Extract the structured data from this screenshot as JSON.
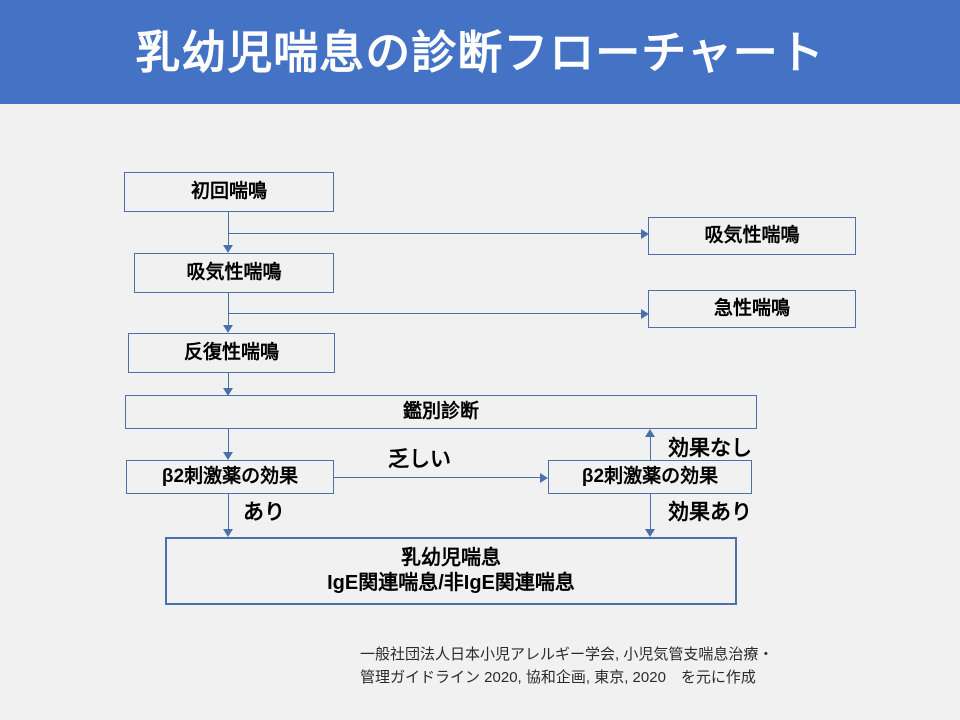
{
  "header": {
    "title": "乳幼児喘息の診断フローチャート",
    "background_color": "#4472c4",
    "text_color": "#ffffff"
  },
  "theme": {
    "page_background": "#f1f1f1",
    "node_border_color": "#4a72a8",
    "connector_color": "#4a72a8",
    "text_color": "#000000"
  },
  "flowchart": {
    "nodes": {
      "first_wheeze": "初回喘鳴",
      "inspiratory_left": "吸気性喘鳴",
      "recurrent_wheeze": "反復性喘鳴",
      "inspiratory_right": "吸気性喘鳴",
      "acute_wheeze": "急性喘鳴",
      "differential_diagnosis": "鑑別診断",
      "beta2_left": "β2刺激薬の効果",
      "beta2_right": "β2刺激薬の効果",
      "diagnosis": "乳幼児喘息\nIgE関連喘息/非IgE関連喘息"
    },
    "edge_labels": {
      "poor_response": "乏しい",
      "has_response": "あり",
      "no_effect": "効果なし",
      "effect_present": "効果あり"
    }
  },
  "citation": "一般社団法人日本小児アレルギー学会, 小児気管支喘息治療・\n管理ガイドライン 2020, 協和企画, 東京, 2020　を元に作成"
}
